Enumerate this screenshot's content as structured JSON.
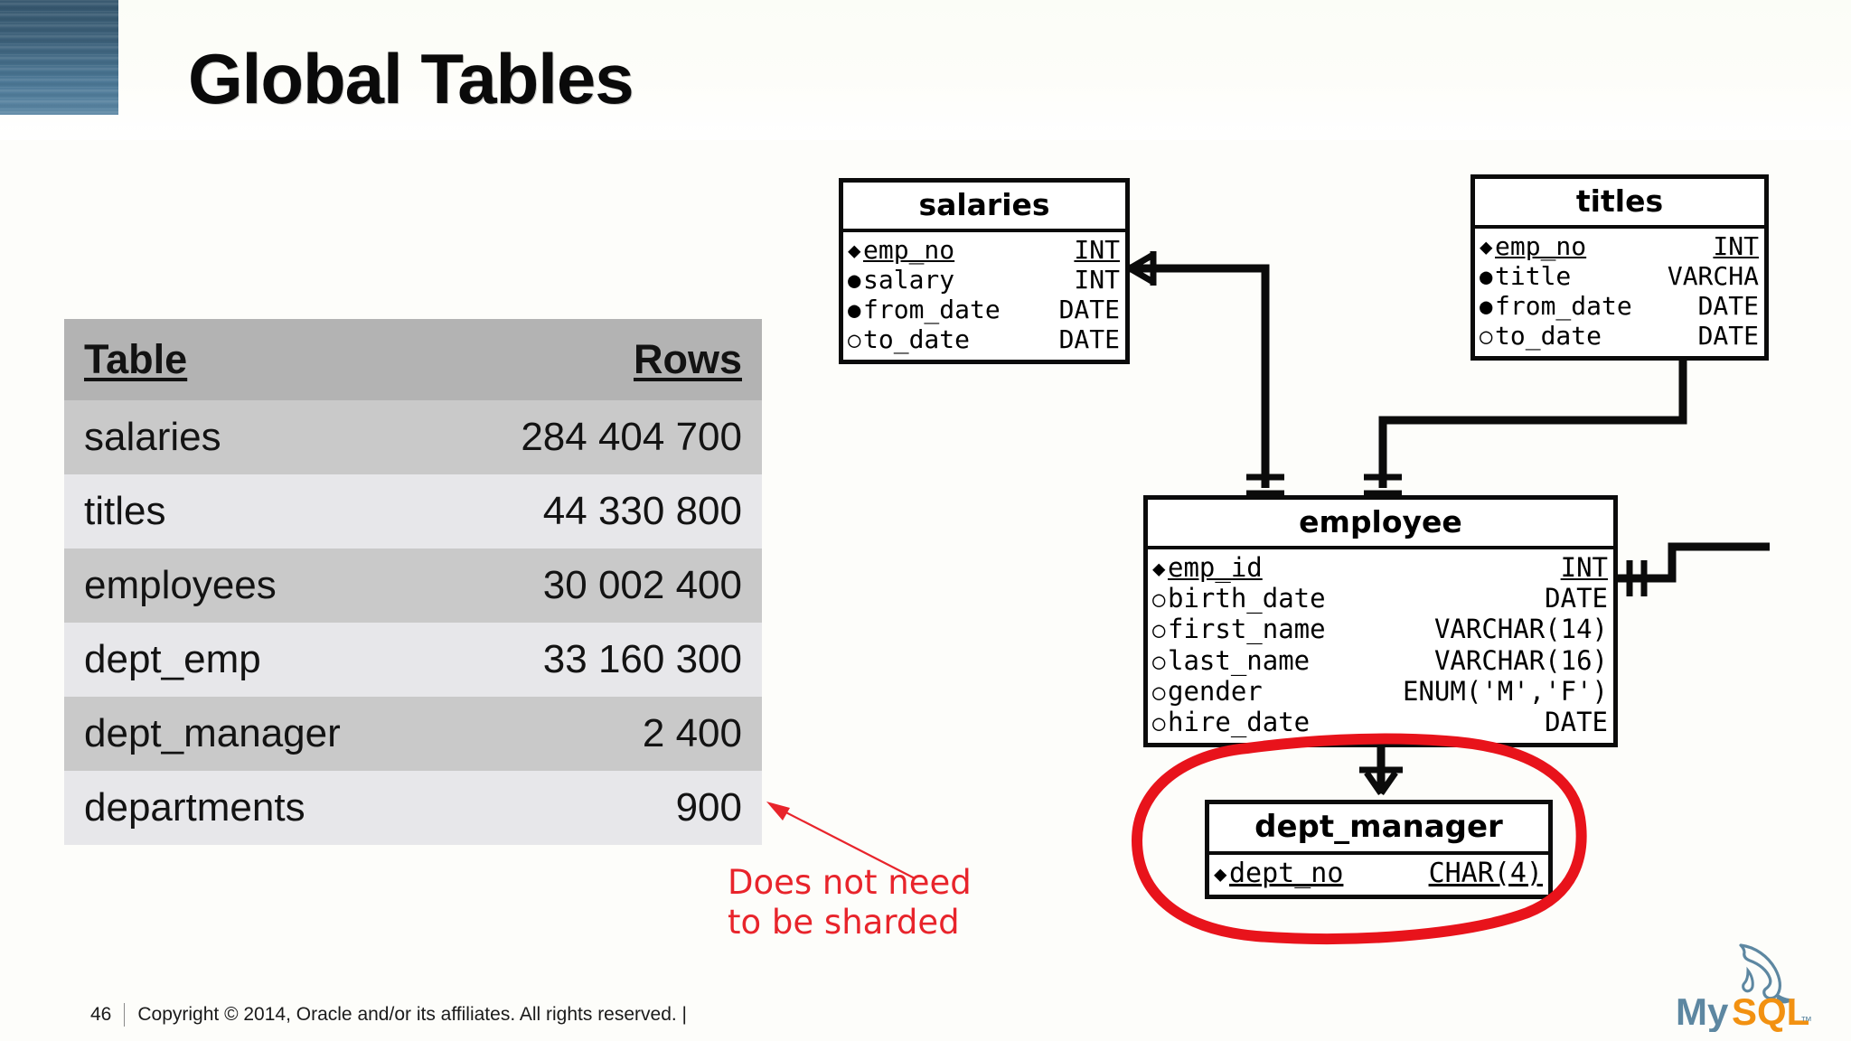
{
  "slide": {
    "title": "Global Tables",
    "accent_blue": "#3c6079",
    "annotation_red": "#e8242b"
  },
  "stats": {
    "columns": [
      "Table",
      "Rows"
    ],
    "rows": [
      {
        "table": "salaries",
        "rows": "284 404 700"
      },
      {
        "table": "titles",
        "rows": "44 330 800"
      },
      {
        "table": "employees",
        "rows": "30 002 400"
      },
      {
        "table": "dept_emp",
        "rows": "33 160 300"
      },
      {
        "table": "dept_manager",
        "rows": "2 400"
      },
      {
        "table": "departments",
        "rows": "900"
      }
    ]
  },
  "annotation": {
    "line1": "Does not need",
    "line2": "to be sharded",
    "arrow_icon": "arrow-left-icon",
    "circle_icon": "hand-drawn-ellipse-icon"
  },
  "er_diagram": {
    "entities": [
      {
        "name": "salaries",
        "attributes": [
          {
            "bullet": "filled-diamond",
            "name": "emp_no",
            "type": "INT",
            "pk": true
          },
          {
            "bullet": "filled-circle",
            "name": "salary",
            "type": "INT",
            "pk": false
          },
          {
            "bullet": "filled-circle",
            "name": "from_date",
            "type": "DATE",
            "pk": false
          },
          {
            "bullet": "hollow-circle",
            "name": "to_date",
            "type": "DATE",
            "pk": false
          }
        ]
      },
      {
        "name": "titles",
        "attributes": [
          {
            "bullet": "filled-diamond",
            "name": "emp_no",
            "type": "INT",
            "pk": true
          },
          {
            "bullet": "filled-circle",
            "name": "title",
            "type": "VARCHA",
            "pk": false
          },
          {
            "bullet": "filled-circle",
            "name": "from_date",
            "type": "DATE",
            "pk": false
          },
          {
            "bullet": "hollow-circle",
            "name": "to_date",
            "type": "DATE",
            "pk": false
          }
        ]
      },
      {
        "name": "employee",
        "attributes": [
          {
            "bullet": "filled-diamond",
            "name": "emp_id",
            "type": "INT",
            "pk": true
          },
          {
            "bullet": "hollow-circle",
            "name": "birth_date",
            "type": "DATE",
            "pk": false
          },
          {
            "bullet": "hollow-circle",
            "name": "first_name",
            "type": "VARCHAR(14)",
            "pk": false
          },
          {
            "bullet": "hollow-circle",
            "name": "last_name",
            "type": "VARCHAR(16)",
            "pk": false
          },
          {
            "bullet": "hollow-circle",
            "name": "gender",
            "type": "ENUM('M','F')",
            "pk": false
          },
          {
            "bullet": "hollow-circle",
            "name": "hire_date",
            "type": "DATE",
            "pk": false
          }
        ]
      },
      {
        "name": "dept_manager",
        "attributes": [
          {
            "bullet": "filled-diamond",
            "name": "dept_no",
            "type": "CHAR(4)",
            "pk": true
          }
        ]
      }
    ]
  },
  "footer": {
    "page_number": "46",
    "copyright": "Copyright © 2014, Oracle and/or its affiliates. All rights reserved. |",
    "logo_text_my": "My",
    "logo_text_sql": "SQL",
    "logo_tm": "™",
    "logo_icon": "mysql-dolphin-icon",
    "logo_blue": "#5d87a1",
    "logo_orange": "#f29111"
  }
}
